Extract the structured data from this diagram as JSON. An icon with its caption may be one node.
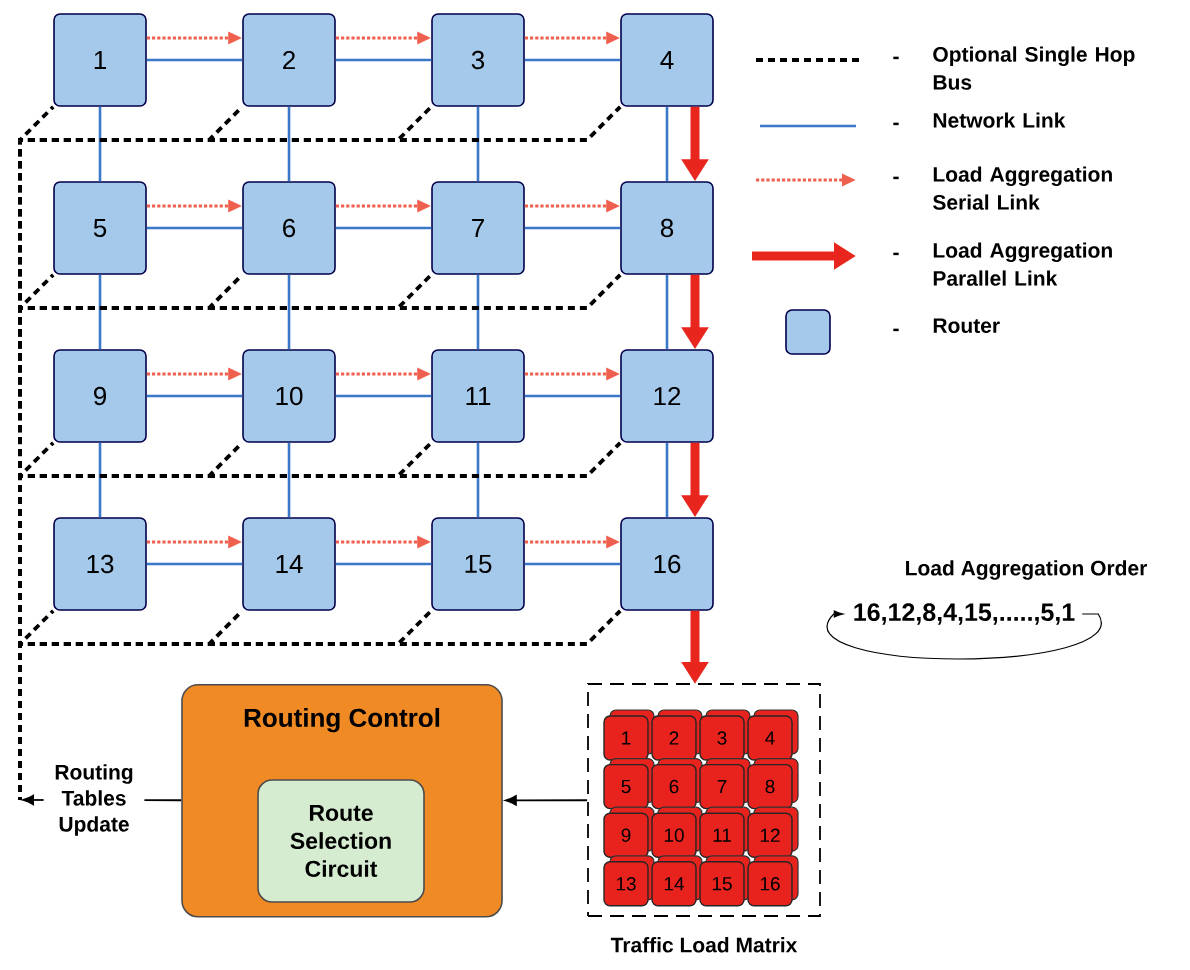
{
  "diagram": {
    "nodes": [
      {
        "text": [
          "1"
        ]
      },
      {
        "text": [
          "2"
        ]
      },
      {
        "text": [
          "3"
        ]
      },
      {
        "text": [
          "4"
        ]
      },
      {
        "text": [
          "5"
        ]
      },
      {
        "text": [
          "6"
        ]
      },
      {
        "text": [
          "7"
        ]
      },
      {
        "text": [
          "8"
        ]
      },
      {
        "text": [
          "9"
        ]
      },
      {
        "text": [
          "10"
        ]
      },
      {
        "text": [
          "11"
        ]
      },
      {
        "text": [
          "12"
        ]
      },
      {
        "text": [
          "13"
        ]
      },
      {
        "text": [
          "14"
        ]
      },
      {
        "text": [
          "15"
        ]
      },
      {
        "text": [
          "16"
        ]
      },
      {
        "text": [
          "Routing Control"
        ]
      },
      {
        "text": [
          "Route Selection Circuit"
        ],
        "in": 16
      },
      {
        "text": [],
        "shape": "box",
        "beside": [
          "Traffic Load Matrix"
        ]
      },
      {
        "text": [
          "1"
        ],
        "in": 18
      },
      {
        "text": [
          "2"
        ],
        "in": 18
      },
      {
        "text": [
          "3"
        ],
        "in": 18
      },
      {
        "text": [
          "4"
        ],
        "in": 18
      },
      {
        "text": [
          "5"
        ],
        "in": 18
      },
      {
        "text": [
          "6"
        ],
        "in": 18
      },
      {
        "text": [
          "7"
        ],
        "in": 18
      },
      {
        "text": [
          "8"
        ],
        "in": 18
      },
      {
        "text": [
          "9"
        ],
        "in": 18
      },
      {
        "text": [
          "10"
        ],
        "in": 18
      },
      {
        "text": [
          "11"
        ],
        "in": 18
      },
      {
        "text": [
          "12"
        ],
        "in": 18
      },
      {
        "text": [
          "13"
        ],
        "in": 18
      },
      {
        "text": [
          "14"
        ],
        "in": 18
      },
      {
        "text": [
          "15"
        ],
        "in": 18
      },
      {
        "text": [
          "16"
        ],
        "in": 18
      },
      {
        "text": [
          "Routing Tables Update"
        ]
      }
    ],
    "edges": [
      {
        "from": 0,
        "to": 1,
        "arrow": "none",
        "color": "#3b78c8"
      },
      {
        "from": 1,
        "to": 2,
        "arrow": "none",
        "color": "#3b78c8"
      },
      {
        "from": 2,
        "to": 3,
        "arrow": "none",
        "color": "#3b78c8"
      },
      {
        "from": 4,
        "to": 5,
        "arrow": "none",
        "color": "#3b78c8"
      },
      {
        "from": 5,
        "to": 6,
        "arrow": "none",
        "color": "#3b78c8"
      },
      {
        "from": 6,
        "to": 7,
        "arrow": "none",
        "color": "#3b78c8"
      },
      {
        "from": 8,
        "to": 9,
        "arrow": "none",
        "color": "#3b78c8"
      },
      {
        "from": 9,
        "to": 10,
        "arrow": "none",
        "color": "#3b78c8"
      },
      {
        "from": 10,
        "to": 11,
        "arrow": "none",
        "color": "#3b78c8"
      },
      {
        "from": 12,
        "to": 13,
        "arrow": "none",
        "color": "#3b78c8"
      },
      {
        "from": 13,
        "to": 14,
        "arrow": "none",
        "color": "#3b78c8"
      },
      {
        "from": 14,
        "to": 15,
        "arrow": "none",
        "color": "#3b78c8"
      },
      {
        "from": 0,
        "to": 4,
        "arrow": "none",
        "color": "#3b78c8"
      },
      {
        "from": 1,
        "to": 5,
        "arrow": "none",
        "color": "#3b78c8"
      },
      {
        "from": 2,
        "to": 6,
        "arrow": "none",
        "color": "#3b78c8"
      },
      {
        "from": 3,
        "to": 7,
        "arrow": "none",
        "color": "#3b78c8"
      },
      {
        "from": 4,
        "to": 8,
        "arrow": "none",
        "color": "#3b78c8"
      },
      {
        "from": 5,
        "to": 9,
        "arrow": "none",
        "color": "#3b78c8"
      },
      {
        "from": 6,
        "to": 10,
        "arrow": "none",
        "color": "#3b78c8"
      },
      {
        "from": 7,
        "to": 11,
        "arrow": "none",
        "color": "#3b78c8"
      },
      {
        "from": 8,
        "to": 12,
        "arrow": "none",
        "color": "#3b78c8"
      },
      {
        "from": 9,
        "to": 13,
        "arrow": "none",
        "color": "#3b78c8"
      },
      {
        "from": 10,
        "to": 14,
        "arrow": "none",
        "color": "#3b78c8"
      },
      {
        "from": 11,
        "to": 15,
        "arrow": "none",
        "color": "#3b78c8"
      },
      {
        "from": 0,
        "to": 1,
        "arrow": "to",
        "style": "dashed",
        "color": "#f0604f"
      },
      {
        "from": 1,
        "to": 2,
        "arrow": "to",
        "style": "dashed",
        "color": "#f0604f"
      },
      {
        "from": 2,
        "to": 3,
        "arrow": "to",
        "style": "dashed",
        "color": "#f0604f"
      },
      {
        "from": 4,
        "to": 5,
        "arrow": "to",
        "style": "dashed",
        "color": "#f0604f"
      },
      {
        "from": 5,
        "to": 6,
        "arrow": "to",
        "style": "dashed",
        "color": "#f0604f"
      },
      {
        "from": 6,
        "to": 7,
        "arrow": "to",
        "style": "dashed",
        "color": "#f0604f"
      },
      {
        "from": 8,
        "to": 9,
        "arrow": "to",
        "style": "dashed",
        "color": "#f0604f"
      },
      {
        "from": 9,
        "to": 10,
        "arrow": "to",
        "style": "dashed",
        "color": "#f0604f"
      },
      {
        "from": 10,
        "to": 11,
        "arrow": "to",
        "style": "dashed",
        "color": "#f0604f"
      },
      {
        "from": 12,
        "to": 13,
        "arrow": "to",
        "style": "dashed",
        "color": "#f0604f"
      },
      {
        "from": 13,
        "to": 14,
        "arrow": "to",
        "style": "dashed",
        "color": "#f0604f"
      },
      {
        "from": 14,
        "to": 15,
        "arrow": "to",
        "style": "dashed",
        "color": "#f0604f"
      },
      {
        "from": 3,
        "to": 7,
        "arrow": "to",
        "style": "thick",
        "color": "#e8261e"
      },
      {
        "from": 7,
        "to": 11,
        "arrow": "to",
        "style": "thick",
        "color": "#e8261e"
      },
      {
        "from": 11,
        "to": 15,
        "arrow": "to",
        "style": "thick",
        "color": "#e8261e"
      },
      {
        "from": 15,
        "to": 18,
        "arrow": "to",
        "style": "thick",
        "color": "#e8261e"
      },
      {
        "from": 18,
        "to": 16,
        "arrow": "to",
        "color": "#000000"
      },
      {
        "from": 16,
        "to": 35,
        "arrow": "none",
        "color": "#000000"
      },
      {
        "from": 35,
        "to": null,
        "arrow": "to",
        "color": "#000000"
      },
      {
        "from": 0,
        "to": 35,
        "arrow": "none",
        "style": "dashed",
        "color": "#000000"
      },
      {
        "from": 1,
        "to": 35,
        "arrow": "none",
        "style": "dashed",
        "color": "#000000"
      },
      {
        "from": 2,
        "to": 35,
        "arrow": "none",
        "style": "dashed",
        "color": "#000000"
      },
      {
        "from": 3,
        "to": 35,
        "arrow": "none",
        "style": "dashed",
        "color": "#000000"
      },
      {
        "from": 4,
        "to": 35,
        "arrow": "none",
        "style": "dashed",
        "color": "#000000"
      },
      {
        "from": 5,
        "to": 35,
        "arrow": "none",
        "style": "dashed",
        "color": "#000000"
      },
      {
        "from": 6,
        "to": 35,
        "arrow": "none",
        "style": "dashed",
        "color": "#000000"
      },
      {
        "from": 7,
        "to": 35,
        "arrow": "none",
        "style": "dashed",
        "color": "#000000"
      },
      {
        "from": 8,
        "to": 35,
        "arrow": "none",
        "style": "dashed",
        "color": "#000000"
      },
      {
        "from": 9,
        "to": 35,
        "arrow": "none",
        "style": "dashed",
        "color": "#000000"
      },
      {
        "from": 10,
        "to": 35,
        "arrow": "none",
        "style": "dashed",
        "color": "#000000"
      },
      {
        "from": 11,
        "to": 35,
        "arrow": "none",
        "style": "dashed",
        "color": "#000000"
      },
      {
        "from": 12,
        "to": 35,
        "arrow": "none",
        "style": "dashed",
        "color": "#000000"
      },
      {
        "from": 13,
        "to": 35,
        "arrow": "none",
        "style": "dashed",
        "color": "#000000"
      },
      {
        "from": 14,
        "to": 35,
        "arrow": "none",
        "style": "dashed",
        "color": "#000000"
      },
      {
        "from": 15,
        "to": 35,
        "arrow": "none",
        "style": "dashed",
        "color": "#000000"
      }
    ],
    "labels": [
      "-",
      "-",
      "-",
      "-",
      "-",
      "Load Aggregation Order",
      "16,12,8,4,15,.....,5,1"
    ],
    "legend": [
      {
        "text": "Optional Single Hop Bus"
      },
      {
        "text": "Network Link"
      },
      {
        "text": "Load Aggregation Serial Link"
      },
      {
        "text": "Load Aggregation Parallel Link"
      },
      {
        "text": "Router"
      }
    ]
  }
}
